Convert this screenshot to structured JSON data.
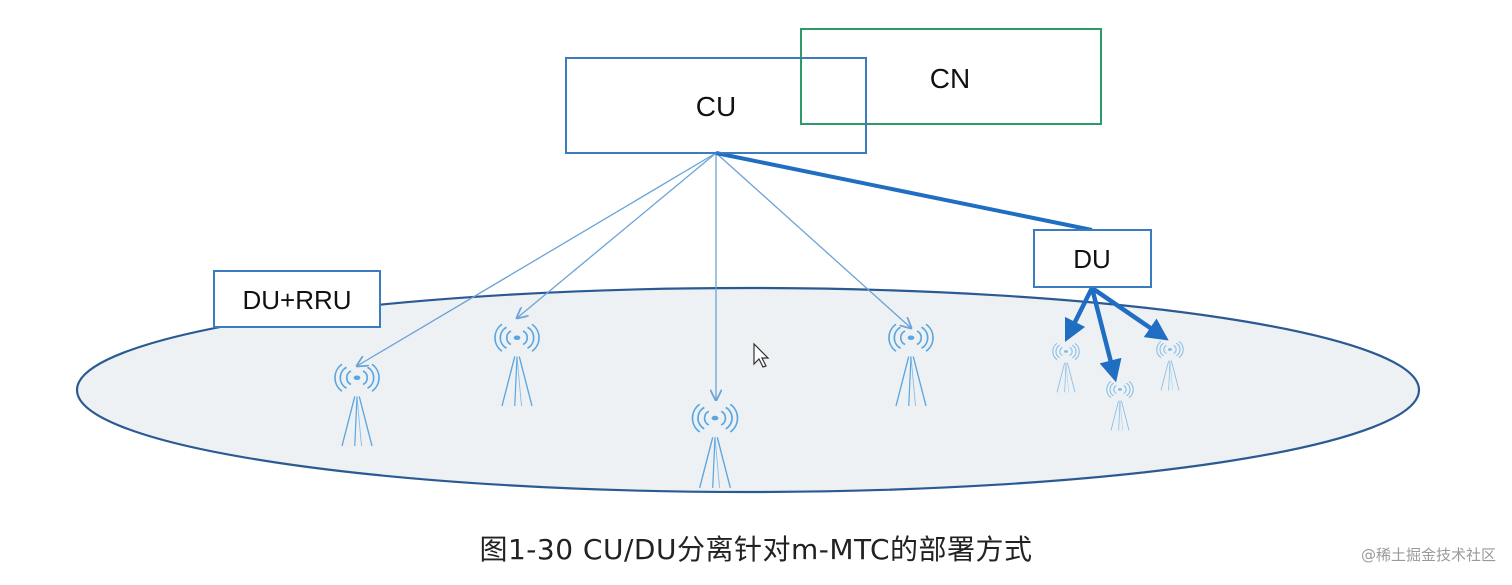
{
  "nodes": {
    "cu": {
      "label": "CU"
    },
    "cn": {
      "label": "CN"
    },
    "du": {
      "label": "DU"
    },
    "du_rru": {
      "label": "DU+RRU"
    }
  },
  "colors": {
    "cu_border": "#3b7bbf",
    "cn_border": "#2e9a6a",
    "du_border": "#3b7bbf",
    "link_thin": "#6aa3d8",
    "link_thick": "#1f6ec2",
    "ellipse_fill": "#eef1f4",
    "ellipse_border": "#2b5a93",
    "antenna": "#5aa6e0"
  },
  "caption": "图1-30 CU/DU分离针对m-MTC的部署方式",
  "watermark": "@稀土掘金技术社区"
}
